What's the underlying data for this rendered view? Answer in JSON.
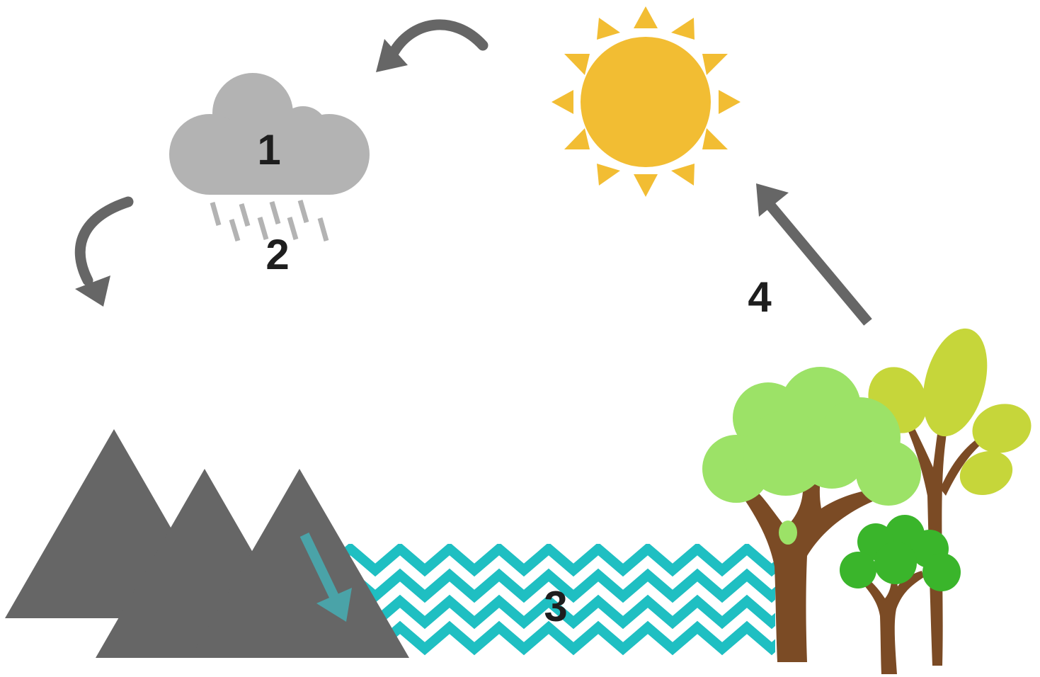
{
  "diagram": {
    "steps": [
      {
        "label": "1",
        "element": "cloud"
      },
      {
        "label": "2",
        "element": "rain"
      },
      {
        "label": "3",
        "element": "water"
      },
      {
        "label": "4",
        "element": "trees"
      }
    ],
    "colors": {
      "sun": "#f2bd33",
      "cloud": "#b3b3b3",
      "rain": "#b3b3b3",
      "arrow": "#666666",
      "mountain": "#666666",
      "runoff_arrow": "#4aa3a8",
      "water": "#1fbfc2",
      "trunk": "#7b4b25",
      "canopy_light": "#9ce267",
      "canopy_yellow": "#c6d63a",
      "canopy_dark": "#3ab52b",
      "number": "#1e1e1e"
    }
  }
}
